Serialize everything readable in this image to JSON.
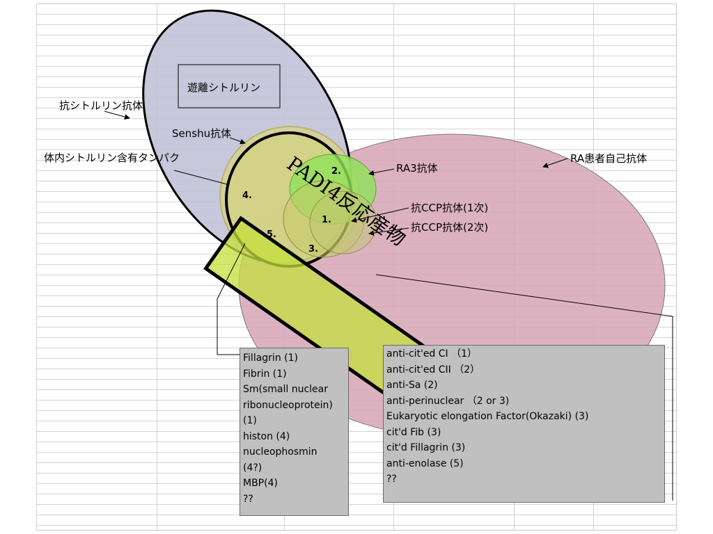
{
  "colors": {
    "outer_ellipse": "#c2c2d8",
    "ra_ellipse": "#d6a4b6",
    "senshu_ellipse": "#d8d28a",
    "inner_ellipse": "#d2d47a",
    "ra3_ellipse": "#8fe25a",
    "padi4_rect": "#c6df3c",
    "panel": "#c0c0c0"
  },
  "labels": {
    "free_citrulline": "遊離シトルリン",
    "anti_citrulline_ab": "抗シトルリン抗体",
    "senshu_ab": "Senshu抗体",
    "in_vivo_citrulline_protein": "体内シトルリン含有タンパク",
    "ra3_ab": "RA3抗体",
    "ra_autoantibody": "RA患者自己抗体",
    "anti_ccp_1st": "抗CCP抗体(1次)",
    "anti_ccp_2nd": "抗CCP抗体(2次)",
    "padi4_product": "PADI4反応産物"
  },
  "region_numbers": {
    "n1": "1.",
    "n2": "2.",
    "n3": "3.",
    "n4": "4.",
    "n5": "5."
  },
  "left_panel_lines": [
    "Fillagrin (1)",
    "Fibrin (1)",
    "Sm(small nuclear",
    "ribonucleoprotein)",
    "(1)",
    "histon (4)",
    "nucleophosmin",
    "(4?)",
    "MBP(4)",
    "??"
  ],
  "right_panel_lines": [
    "anti-cit'ed CI （1）",
    "anti-cit'ed CII （2）",
    "anti-Sa (2)",
    "anti-perinuclear （2 or 3)",
    "Eukaryotic elongation Factor(Okazaki) (3)",
    "cit'd Fib (3)",
    "cit'd Fillagrin (3)",
    "anti-enolase (5)",
    "??"
  ]
}
